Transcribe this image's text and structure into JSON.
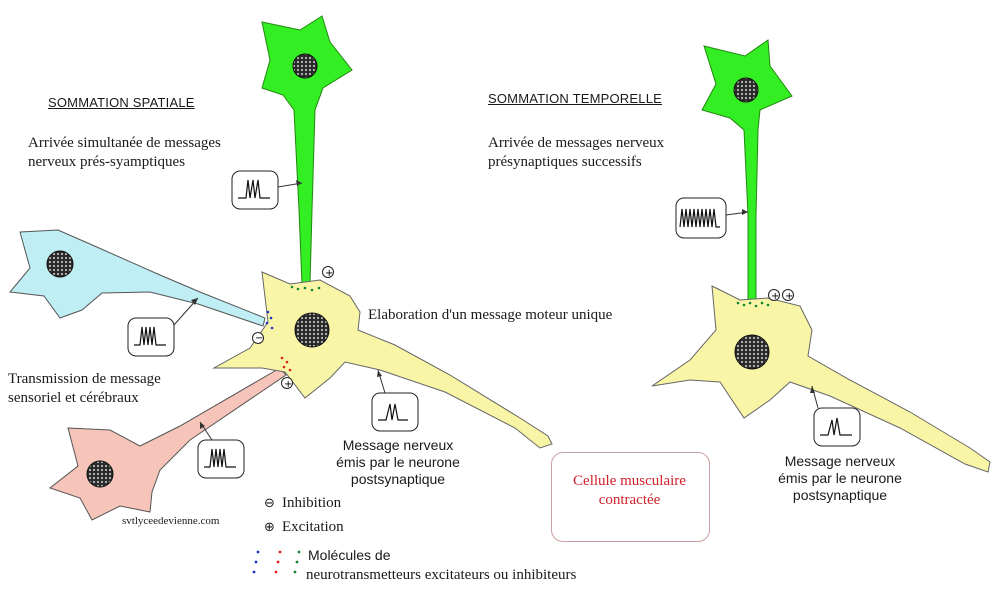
{
  "left": {
    "title": "SOMMATION SPATIALE",
    "arrival_line1": "Arrivée simultanée de messages",
    "arrival_line2": "nerveux prés-syamptiques",
    "transmission_line1": "Transmission de message",
    "transmission_line2": "sensoriel et cérébraux",
    "elaboration": "Elaboration d'un message moteur unique",
    "output_line1": "Message nerveux",
    "output_line2": "émis par le neurone",
    "output_line3": "postsynaptique"
  },
  "right": {
    "title": "SOMMATION TEMPORELLE",
    "arrival_line1": "Arrivée de messages nerveux",
    "arrival_line2": "présynaptiques successifs",
    "output_line1": "Message nerveux",
    "output_line2": "émis par le neurone",
    "output_line3": "postsynaptique"
  },
  "muscle": {
    "line1": "Cellule musculaire",
    "line2": "contractée"
  },
  "legend": {
    "inhibition_symbol": "⊖",
    "inhibition": "Inhibition",
    "excitation_symbol": "⊕",
    "excitation": "Excitation",
    "molecules_line1": "Molécules de",
    "molecules_line2": "neurotransmetteurs excitateurs ou inhibiteurs"
  },
  "credit": "svtlyceedevienne.com",
  "colors": {
    "green_neuron": "#33ee22",
    "blue_neuron": "#bfeef4",
    "pink_neuron": "#f6c4b8",
    "yellow_neuron": "#f9f5a6",
    "muscle_text": "#d0202a",
    "inhibitor_dots": "#2233cc",
    "excitatory_red_dots": "#dd2222",
    "excitatory_green_dots": "#118833"
  }
}
